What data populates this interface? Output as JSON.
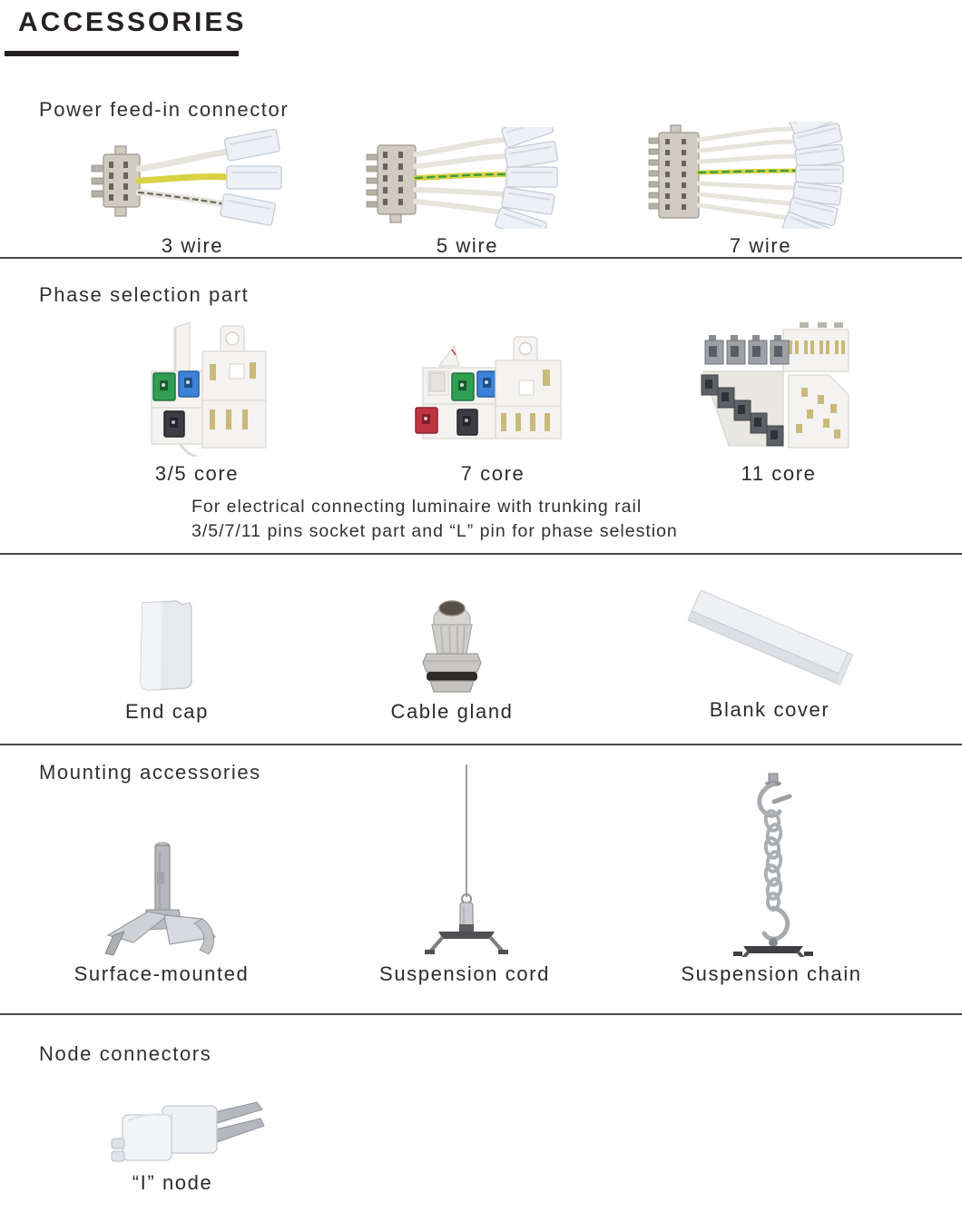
{
  "page": {
    "title": "ACCESSORIES"
  },
  "sections": {
    "power_feed": {
      "heading": "Power feed-in connector",
      "items": [
        {
          "label": "3 wire",
          "icon": "3-wire-connector-image"
        },
        {
          "label": "5 wire",
          "icon": "5-wire-connector-image"
        },
        {
          "label": "7 wire",
          "icon": "7-wire-connector-image"
        }
      ]
    },
    "phase_selection": {
      "heading": "Phase selection part",
      "items": [
        {
          "label": "3/5 core",
          "icon": "3-5-core-part-image"
        },
        {
          "label": "7 core",
          "icon": "7-core-part-image"
        },
        {
          "label": "11 core",
          "icon": "11-core-part-image"
        }
      ],
      "description": [
        "For electrical connecting luminaire with trunking rail",
        "3/5/7/11 pins socket part and “L” pin for phase selestion"
      ]
    },
    "covers": {
      "items": [
        {
          "label": "End cap",
          "icon": "end-cap-image"
        },
        {
          "label": "Cable gland",
          "icon": "cable-gland-image"
        },
        {
          "label": "Blank cover",
          "icon": "blank-cover-image"
        }
      ]
    },
    "mounting": {
      "heading": "Mounting accessories",
      "items": [
        {
          "label": "Surface-mounted",
          "icon": "surface-mounted-bracket-image"
        },
        {
          "label": "Suspension cord",
          "icon": "suspension-cord-image"
        },
        {
          "label": "Suspension chain",
          "icon": "suspension-chain-image"
        }
      ]
    },
    "node_connectors": {
      "heading": "Node connectors",
      "items": [
        {
          "label": "“I” node",
          "icon": "i-node-connector-image"
        }
      ]
    }
  },
  "colors": {
    "text": "#2e2a28",
    "title_underline": "#231f20",
    "divider": "#4a4a4a",
    "plug_green": "#2f9e50",
    "plug_blue": "#3b82d8",
    "plug_red": "#c03440",
    "plug_black": "#3e3d45",
    "wire_yellow": "#d8d243"
  }
}
